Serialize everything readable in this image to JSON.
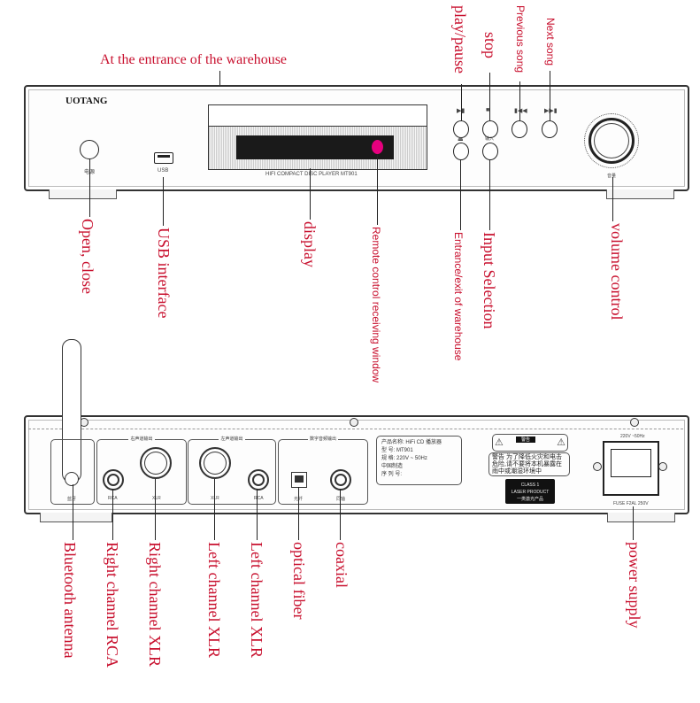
{
  "front": {
    "title_label": "At the entrance of the warehouse",
    "brand": "UOTANG",
    "power_caption": "电源",
    "usb_caption": "USB",
    "model_caption": "HIFI COMPACT DISC PLAYER  MT901",
    "input_caption": "输入",
    "volume_caption": "音量",
    "icons": {
      "play_pause": "play-pause-icon",
      "stop": "stop-icon",
      "previous": "previous-icon",
      "next": "next-icon",
      "eject": "eject-icon"
    },
    "top_labels": [
      "play/pause",
      "stop",
      "Previous song",
      "Next song"
    ],
    "bottom_labels": [
      "Open, close",
      "USB interface",
      "display",
      "Remote control receiving window",
      "Entrance/exit of warehouse",
      "Input Selection",
      "volume control"
    ]
  },
  "rear": {
    "antenna_caption": "蓝牙",
    "right_section": "右声道输出",
    "left_section": "左声道输出",
    "digital_section": "数字音频输出",
    "rca": "RCA",
    "xlr": "XLR",
    "optical_caption": "光纤",
    "coaxial_caption": "同轴",
    "nameplate": [
      "产品名称: HiFi CD 播放器",
      "型    号:  MT901",
      "规    格:  220V ~ 50Hz",
      "中国制造",
      "序 列 号:"
    ],
    "warning_title": "警告",
    "warning_text": "警告 为了降低火灾和电击危险,请不要将本机暴露在雨中或潮湿环境中",
    "laser_label": [
      "CLASS 1",
      "LASER PRODUCT",
      "一类激光产品"
    ],
    "power_rating": "220V ~50Hz",
    "fuse": "FUSE F2AL 250V",
    "labels": [
      "Bluetooth antenna",
      "Right channel RCA",
      "Right channel XLR",
      "Left channel XLR",
      "Left channel XLR",
      "optical fiber",
      "coaxial",
      "power supply"
    ]
  },
  "colors": {
    "label": "#c8102e",
    "ir_window": "#e6007e"
  }
}
